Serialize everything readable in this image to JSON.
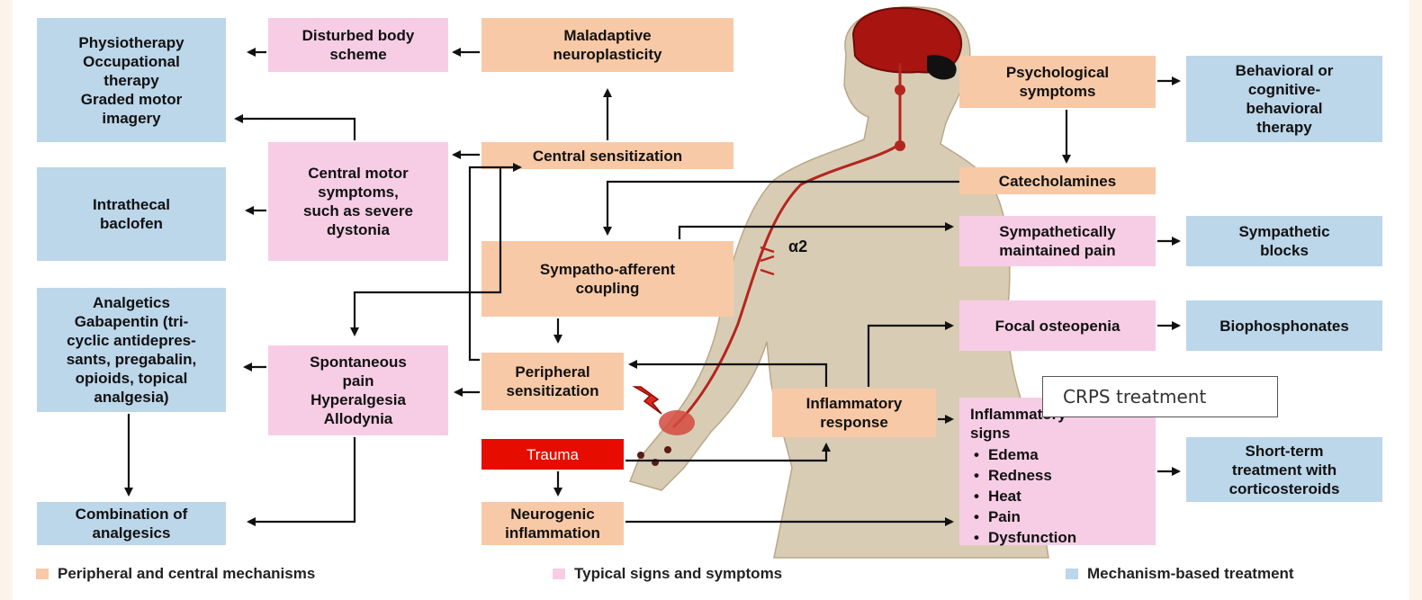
{
  "boxes": {
    "physiotherapy": "Physiotherapy\nOccupational\ntherapy\nGraded motor\nimagery",
    "disturbed_body_scheme": "Disturbed body\nscheme",
    "maladaptive_neuroplasticity": "Maladaptive\nneuroplasticity",
    "psychological_symptoms": "Psychological\nsymptoms",
    "behavioral_therapy": "Behavioral or\ncognitive-\nbehavioral\ntherapy",
    "central_sensitization": "Central sensitization",
    "central_motor_symptoms": "Central motor\nsymptoms,\nsuch as severe\ndystonia",
    "intrathecal_baclofen": "Intrathecal\nbaclofen",
    "catecholamines": "Catecholamines",
    "sympathetically_maintained_pain": "Sympathetically\nmaintained pain",
    "sympathetic_blocks": "Sympathetic\nblocks",
    "sympatho_afferent_coupling": "Sympatho-afferent\ncoupling",
    "analgetics": "Analgetics\nGabapentin (tri-\ncyclic antidepres-\nsants, pregabalin,\nopioids, topical\nanalgesia)",
    "spontaneous_pain": "Spontaneous\npain\nHyperalgesia\nAllodynia",
    "peripheral_sensitization": "Peripheral\nsensitization",
    "focal_osteopenia": "Focal osteopenia",
    "biophosphonates": "Biophosphonates",
    "inflammatory_response": "Inflammatory\nresponse",
    "trauma": "Trauma",
    "combination_of_analgesics": "Combination of\nanalgesics",
    "neurogenic_inflammation": "Neurogenic\ninflammation",
    "short_term_treatment": "Short-term\ntreatment with\ncorticosteroids"
  },
  "inflammatory_signs": {
    "title": "Inflammatory\nsigns",
    "items": [
      "Edema",
      "Redness",
      "Heat",
      "Pain",
      "Dysfunction"
    ]
  },
  "receptor_label": "α2",
  "callout": "CRPS treatment",
  "legend": {
    "mechanisms": "Peripheral and central mechanisms",
    "signs": "Typical signs and symptoms",
    "treatment": "Mechanism-based treatment"
  },
  "colors": {
    "mechanism": "#f8c9a6",
    "sign": "#f7cde6",
    "treatment": "#bcd6ea",
    "trauma": "#e60d00",
    "nerve": "#b3261e",
    "body": "#d9ccb4",
    "brain": "#a8140f"
  }
}
